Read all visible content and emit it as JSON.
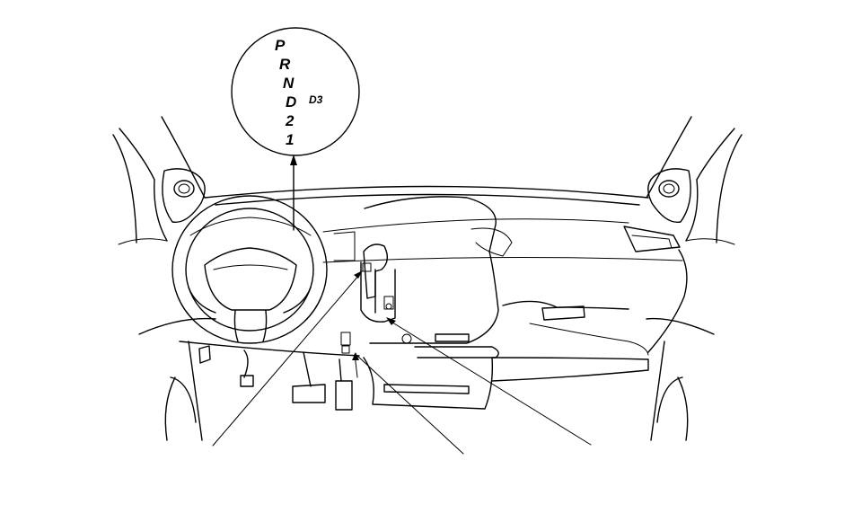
{
  "shift_indicator": {
    "positions": [
      "P",
      "R",
      "N",
      "D",
      "2",
      "1"
    ],
    "d3_label": "D3"
  },
  "colors": {
    "line": "#000000",
    "background": "#ffffff"
  }
}
